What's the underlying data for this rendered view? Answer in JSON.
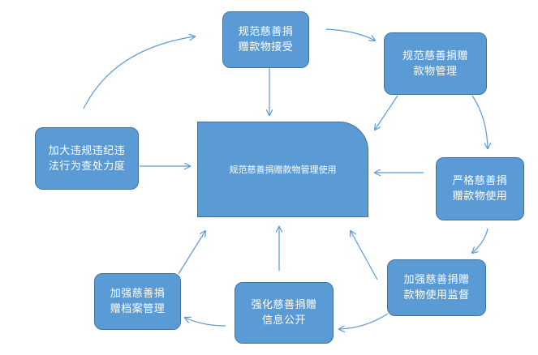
{
  "diagram": {
    "center": {
      "label": "规范慈善捐赠款物管理使用"
    },
    "nodes": [
      {
        "id": "accept",
        "line1": "规范慈善捐",
        "line2": "赠款物接受"
      },
      {
        "id": "manage",
        "line1": "规范慈善捐赠",
        "line2": "款物管理"
      },
      {
        "id": "use",
        "line1": "严格慈善捐",
        "line2": "赠款物使用"
      },
      {
        "id": "supervise",
        "line1": "加强慈善捐赠",
        "line2": "款物使用监督"
      },
      {
        "id": "disclose",
        "line1": "强化慈善捐赠",
        "line2": "信息公开"
      },
      {
        "id": "archive",
        "line1": "加强慈善捐",
        "line2": "赠档案管理"
      },
      {
        "id": "enforce",
        "line1": "加大违规违纪违",
        "line2": "法行为查处力度"
      }
    ]
  },
  "colors": {
    "box_fill": "#5b9bd5",
    "box_border": "#41719c",
    "arrow": "#5b9bd5",
    "text": "#ffffff"
  }
}
